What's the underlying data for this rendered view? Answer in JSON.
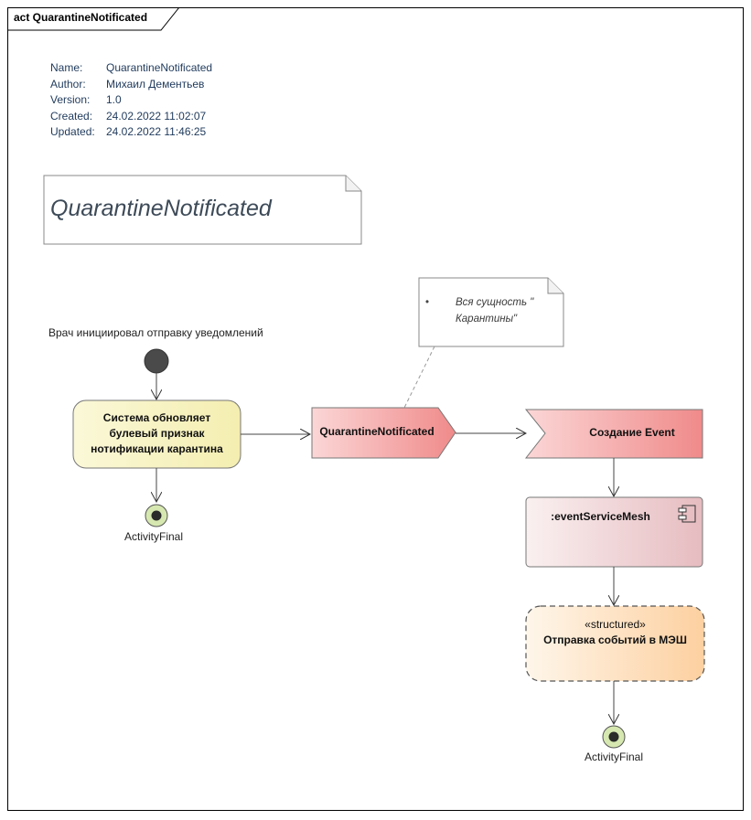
{
  "frame": {
    "title": "act QuarantineNotificated"
  },
  "properties": [
    {
      "label": "Name:",
      "value": "QuarantineNotificated"
    },
    {
      "label": "Author:",
      "value": "Михаил Дементьев"
    },
    {
      "label": "Version:",
      "value": "1.0"
    },
    {
      "label": "Created:",
      "value": "24.02.2022 11:02:07"
    },
    {
      "label": "Updated:",
      "value": "24.02.2022 11:46:25"
    }
  ],
  "title_note": "QuarantineNotificated",
  "comment_note": {
    "bullet": "•",
    "line1": "Вся сущность \"",
    "line2": "Карантины\""
  },
  "initial_label": "Врач инициировал отправку уведомлений",
  "action_update": {
    "line1": "Система обновляет",
    "line2": "булевый признак",
    "line3": "нотификации карантина"
  },
  "final_left_label": "ActivityFinal",
  "send_signal": "QuarantineNotificated",
  "accept_event": "Создание Event",
  "component": ":eventServiceMesh",
  "structured": {
    "stereotype": "«structured»",
    "name": "Отправка событий в МЭШ"
  },
  "final_right_label": "ActivityFinal",
  "colors": {
    "frame_border": "#000000",
    "meta_text": "#1f3a5c",
    "action_fill": "#f8f4c4",
    "signal_fill_start": "#fbd3d3",
    "signal_fill_end": "#f08080",
    "component_fill_start": "#f9ecec",
    "component_fill_end": "#e8c0c4",
    "structured_fill_start": "#fdf3e6",
    "structured_fill_end": "#fdd3a8",
    "final_fill": "#d6e8b0",
    "initial_fill": "#4a4a4a"
  }
}
